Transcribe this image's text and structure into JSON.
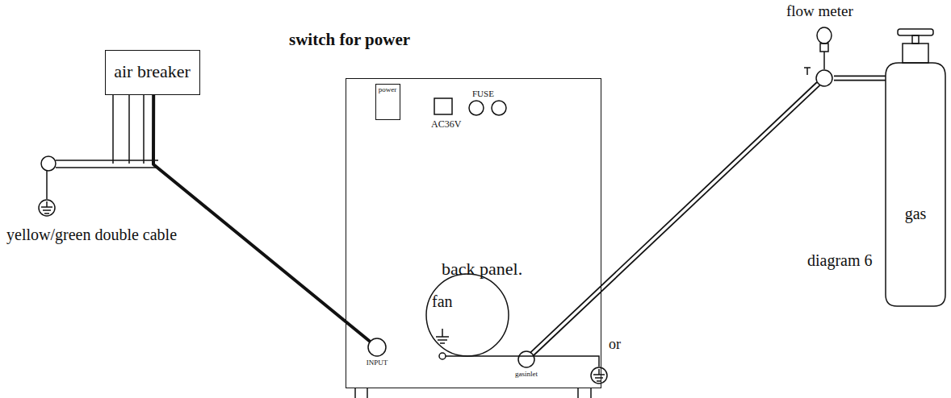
{
  "diagram": {
    "nodes": [
      {
        "text": [
          "air breaker"
        ]
      },
      {
        "text": [
          "back panel."
        ]
      },
      {
        "text": [
          "power"
        ],
        "in": 1
      },
      {
        "text": [
          "fan"
        ],
        "in": 1
      },
      {
        "text": [
          "INPUT"
        ],
        "in": 1
      },
      {
        "text": [
          "gasinlet"
        ],
        "in": 1
      },
      {
        "text": [
          "gas"
        ]
      },
      {
        "text": [
          "flow meter"
        ]
      }
    ],
    "edges": [
      {
        "from": 0,
        "to": 4,
        "arrow": "none"
      },
      {
        "from": 7,
        "to": 5,
        "arrow": "none"
      },
      {
        "from": 7,
        "to": 6,
        "arrow": "none"
      }
    ],
    "labels": [
      "switch for power",
      "AC36V",
      "FUSE",
      "yellow/green double cable",
      "or",
      "diagram 6"
    ]
  }
}
